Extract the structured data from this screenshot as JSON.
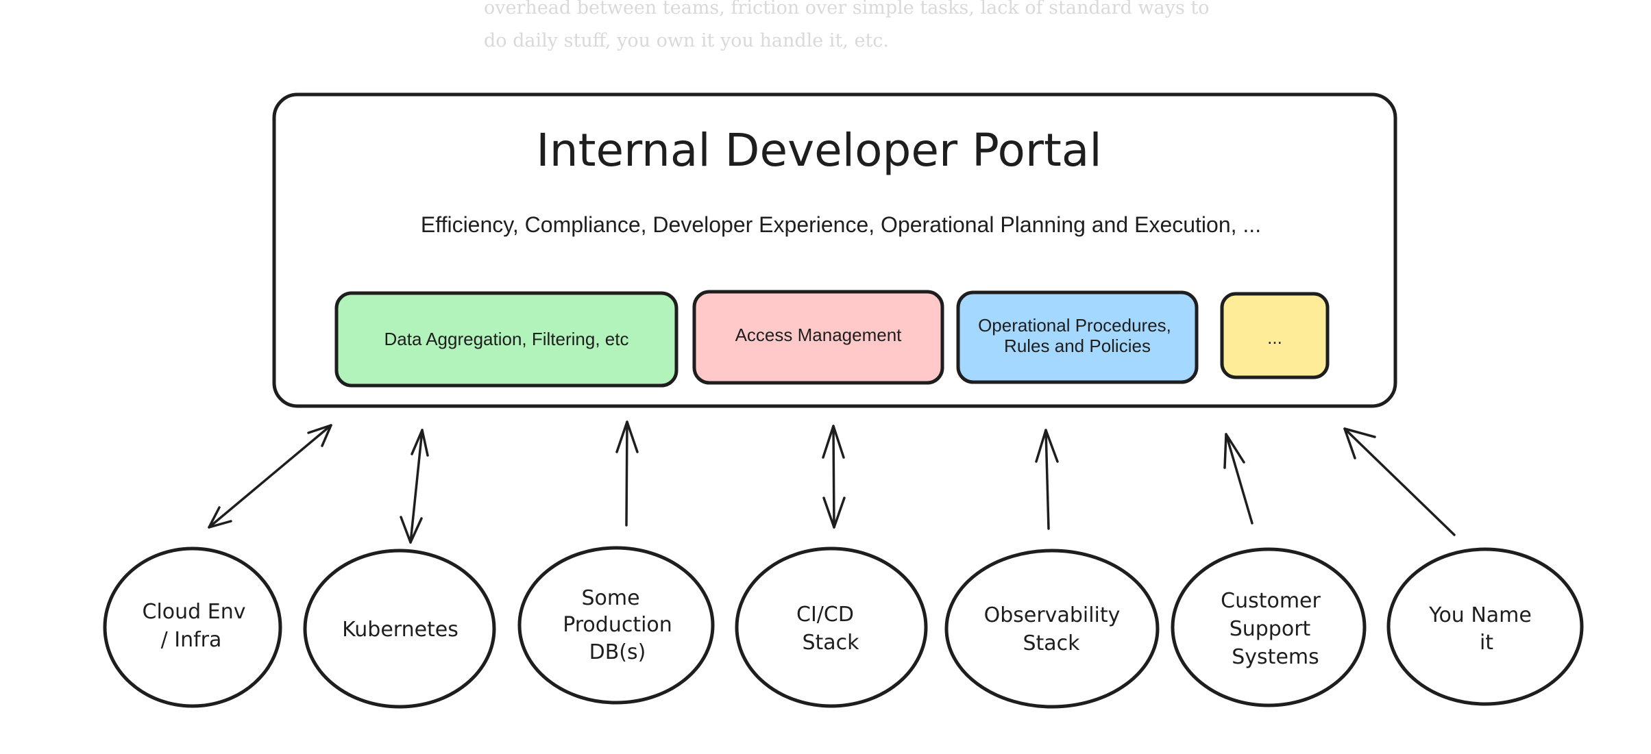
{
  "background_text": {
    "line1": "overhead between teams, friction over simple tasks, lack of standard ways to",
    "line2": "do daily stuff, you own it you handle it, etc."
  },
  "portal": {
    "title": "Internal Developer Portal",
    "subtitle": "Efficiency, Compliance, Developer Experience, Operational Planning and Execution, ...",
    "capabilities": [
      {
        "lines": [
          "Data Aggregation, Filtering, etc"
        ],
        "color": "#b2f2bb"
      },
      {
        "lines": [
          "Access Management"
        ],
        "color": "#ffc9c9"
      },
      {
        "lines": [
          "Operational Procedures,",
          "Rules and Policies"
        ],
        "color": "#a5d8ff"
      },
      {
        "lines": [
          "..."
        ],
        "color": "#ffec99"
      }
    ]
  },
  "systems": [
    {
      "lines": [
        "Cloud Env",
        "/ Infra"
      ],
      "arrow": "bidirectional"
    },
    {
      "lines": [
        "Kubernetes"
      ],
      "arrow": "bidirectional"
    },
    {
      "lines": [
        "Some",
        "Production",
        "DB(s)"
      ],
      "arrow": "to-portal"
    },
    {
      "lines": [
        "CI/CD",
        "Stack"
      ],
      "arrow": "bidirectional"
    },
    {
      "lines": [
        "Observability",
        "Stack"
      ],
      "arrow": "to-portal"
    },
    {
      "lines": [
        "Customer",
        "Support",
        "Systems"
      ],
      "arrow": "to-portal"
    },
    {
      "lines": [
        "You Name",
        "it"
      ],
      "arrow": "to-portal"
    }
  ],
  "colors": {
    "stroke": "#1e1e1e",
    "background": "#ffffff"
  }
}
